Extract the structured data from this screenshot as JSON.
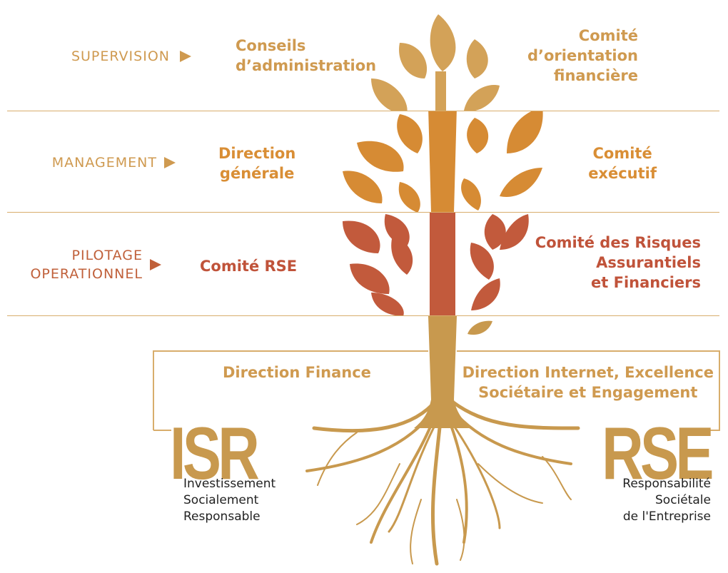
{
  "levels": {
    "supervision": "SUPERVISION",
    "management": "MANAGEMENT",
    "pilotage_1": "PILOTAGE",
    "pilotage_2": "OPERATIONNEL"
  },
  "supervision": {
    "left_1": "Conseils",
    "left_2": "d’administration",
    "right_1": "Comité",
    "right_2": "d’orientation",
    "right_3": "financière"
  },
  "management": {
    "left_1": "Direction",
    "left_2": "générale",
    "right_1": "Comité",
    "right_2": "exécutif"
  },
  "pilotage": {
    "left": "Comité RSE",
    "right_1": "Comité des Risques",
    "right_2": "Assurantiels",
    "right_3": "et Financiers"
  },
  "roots": {
    "left_direction": "Direction Finance",
    "right_direction_1": "Direction Internet, Excellence",
    "right_direction_2": "Sociétaire et Engagement"
  },
  "isr": {
    "acronym": "ISR",
    "line1": "Investissement",
    "line2": "Socialement",
    "line3": "Responsable"
  },
  "rse": {
    "acronym": "RSE",
    "line1": "Responsabilité",
    "line2": "Sociétale",
    "line3": "de l'Entreprise"
  },
  "colors": {
    "gold": "#cf9a50",
    "orange": "#d98e35",
    "red": "#c0533a",
    "line": "#d8ad6c"
  }
}
